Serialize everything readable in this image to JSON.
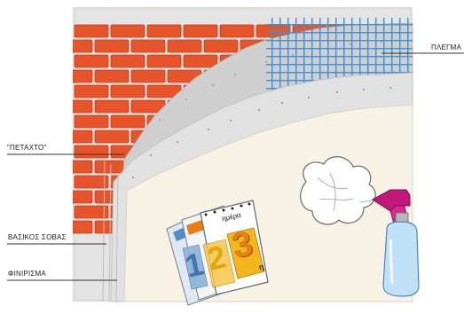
{
  "labels": {
    "mesh": "ΠΛΕΓΜΑ",
    "scratch": "\"ΠΕΤΑΧΤΟ\"",
    "base": "ΒΑΣΙΚΟΣ ΣΟΒΑΣ",
    "finish": "ΦΙΝΙΡΙΣΜΑ"
  },
  "calendar": {
    "day_word": "ημέρα",
    "front_number": "3",
    "front_suffix": "η",
    "middle_number": "2",
    "back_number": "1"
  },
  "colors": {
    "brick": "#e8542a",
    "brick_dark": "#c23a18",
    "mortar_frame": "#dcdcdc",
    "mesh": "#3d8fd6",
    "plaster_grey": "#c9c9c9",
    "finish_cream": "#f7f2e3",
    "calendar_yellow": "#f2b71c",
    "calendar_orange": "#e87e14",
    "calendar_blue": "#4f8ec9",
    "spray_blue": "#bfe0f6",
    "spray_trigger": "#c2187a"
  }
}
